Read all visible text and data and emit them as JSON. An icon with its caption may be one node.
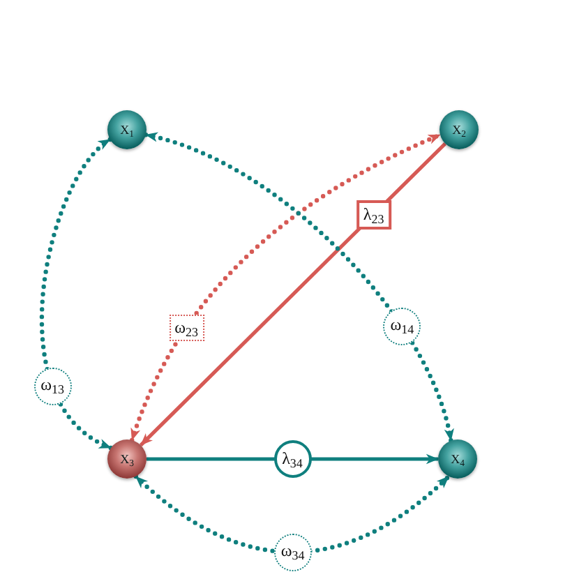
{
  "diagram": {
    "nodes": [
      {
        "text": [
          "X$_{1}$"
        ]
      },
      {
        "text": [
          "X$_{2}$"
        ]
      },
      {
        "text": [
          "X$_{3}$"
        ]
      },
      {
        "text": [
          "X$_{4}$"
        ]
      }
    ],
    "edges": [
      {
        "from": 1,
        "to": 2,
        "arrow": "to",
        "label": "λ$_{23}$",
        "color": "#d65a55"
      },
      {
        "from": 2,
        "to": 1,
        "arrow": "both",
        "label": "ω$_{23}$",
        "style": "dashed",
        "color": "#d65a55"
      },
      {
        "from": 0,
        "to": 2,
        "arrow": "both",
        "label": "ω$_{13}$",
        "style": "dashed"
      },
      {
        "from": 0,
        "to": 3,
        "arrow": "both",
        "label": "ω$_{14}$",
        "style": "dashed"
      },
      {
        "from": 2,
        "to": 3,
        "arrow": "to",
        "label": "λ$_{34}$"
      },
      {
        "from": 2,
        "to": 3,
        "arrow": "both",
        "label": "ω$_{34}$",
        "style": "dashed"
      }
    ]
  }
}
